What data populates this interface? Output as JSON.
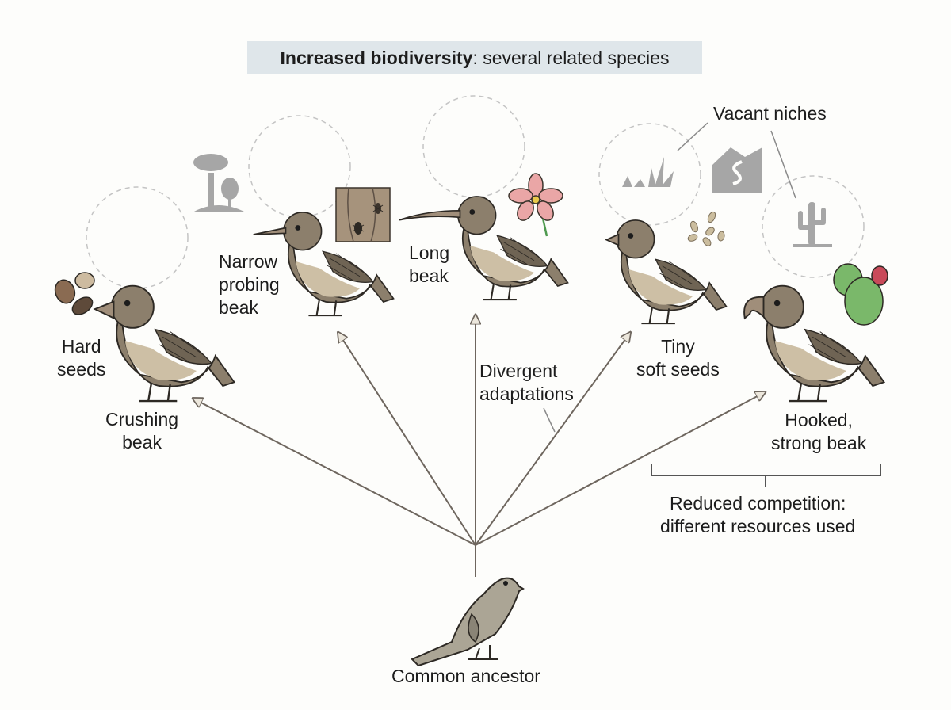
{
  "title": {
    "bold": "Increased biodiversity",
    "rest": ": several related species"
  },
  "ancestor": {
    "label": "Common ancestor"
  },
  "species": [
    {
      "diet": [
        "Hard",
        "seeds"
      ],
      "beak": [
        "Crushing",
        "beak"
      ]
    },
    {
      "beak": [
        "Narrow",
        "probing",
        "beak"
      ]
    },
    {
      "beak": [
        "Long",
        "beak"
      ]
    },
    {
      "diet": [
        "Tiny",
        "soft seeds"
      ]
    },
    {
      "beak": [
        "Hooked,",
        "strong beak"
      ]
    }
  ],
  "annotations": {
    "vacant_niches": "Vacant niches",
    "divergent": [
      "Divergent",
      "adaptations"
    ],
    "competition": [
      "Reduced competition:",
      "different resources used"
    ]
  },
  "colors": {
    "arrow": "#6e665e",
    "bird_body": "#8c7f6c",
    "bird_belly": "#cdbfa5",
    "ancestor_bird": "#aba595",
    "niche_icon": "#aaaaaa",
    "title_bg": "#dfe6ea",
    "flower": "#eaa6a6",
    "cactus": "#7ab86a"
  },
  "icons": [
    "seed-icon",
    "tree-icon",
    "insect-bark-icon",
    "flower-icon",
    "grass-icon",
    "mountain-icon",
    "cactus-icon",
    "prickly-pear-icon"
  ]
}
